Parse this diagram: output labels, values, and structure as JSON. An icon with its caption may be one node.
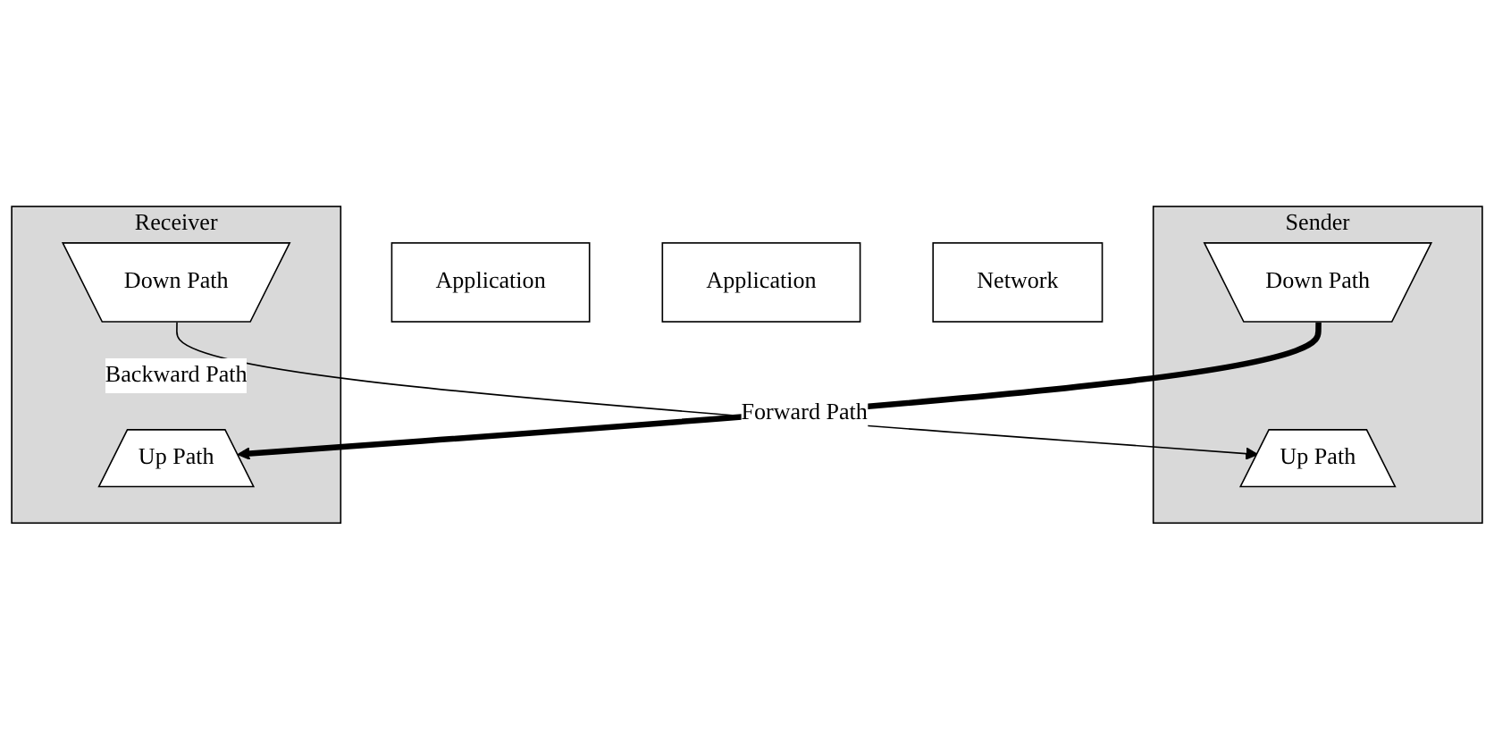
{
  "diagram": {
    "nodes": [
      {
        "text": [
          "Application"
        ]
      },
      {
        "text": [
          "Application"
        ]
      },
      {
        "text": [
          "Sender"
        ]
      },
      {
        "text": [
          "Up Path"
        ],
        "in": 2
      },
      {
        "text": [
          "Down Path"
        ],
        "in": 2
      },
      {
        "text": [
          "Receiver"
        ]
      },
      {
        "text": [
          "Up Path"
        ],
        "in": 5
      },
      {
        "text": [
          "Down Path"
        ],
        "in": 5
      },
      {
        "text": [
          "Network"
        ]
      }
    ],
    "edges": [
      {
        "from": 4,
        "to": 6,
        "arrow": "to",
        "label": "Forward Path",
        "style": "thick"
      },
      {
        "from": 7,
        "to": 3,
        "arrow": "to",
        "label": "Backward Path"
      }
    ]
  }
}
